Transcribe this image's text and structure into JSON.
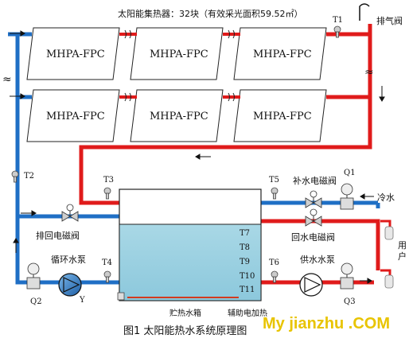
{
  "header": {
    "caption": "太阳能集热器：32块（有效采光面积59.52㎡）"
  },
  "collectors": [
    "MHPA-FPC",
    "MHPA-FPC",
    "MHPA-FPC",
    "MHPA-FPC",
    "MHPA-FPC",
    "MHPA-FPC"
  ],
  "sensors": {
    "t1": "T1",
    "t2": "T2",
    "t3": "T3",
    "t4": "T4",
    "t5": "T5",
    "t6": "T6"
  },
  "tank_sensors": [
    "T7",
    "T8",
    "T9",
    "T10",
    "T11"
  ],
  "meters": {
    "q1": "Q1",
    "q2": "Q2",
    "q3": "Q3"
  },
  "labels": {
    "vent": "排气阀",
    "makeup_valve": "补水电磁阀",
    "return_valve": "回水电磁阀",
    "drain_valve": "排回电磁阀",
    "circulation_pump": "循环水泵",
    "supply_pump": "供水水泵",
    "cold_water": "冷水",
    "user_1": "用",
    "user_2": "户",
    "tank": "贮热水箱",
    "aux_heater": "辅助电加热",
    "y": "Y"
  },
  "figure": {
    "caption": "图1 太阳能热水系统原理图"
  },
  "watermark": "My jianzhu .COM",
  "colors": {
    "hot_pipe": "#e01b1b",
    "cold_pipe": "#1f6fc5",
    "tank_water": "#a9d8e6",
    "watermark": "#e8c400"
  }
}
